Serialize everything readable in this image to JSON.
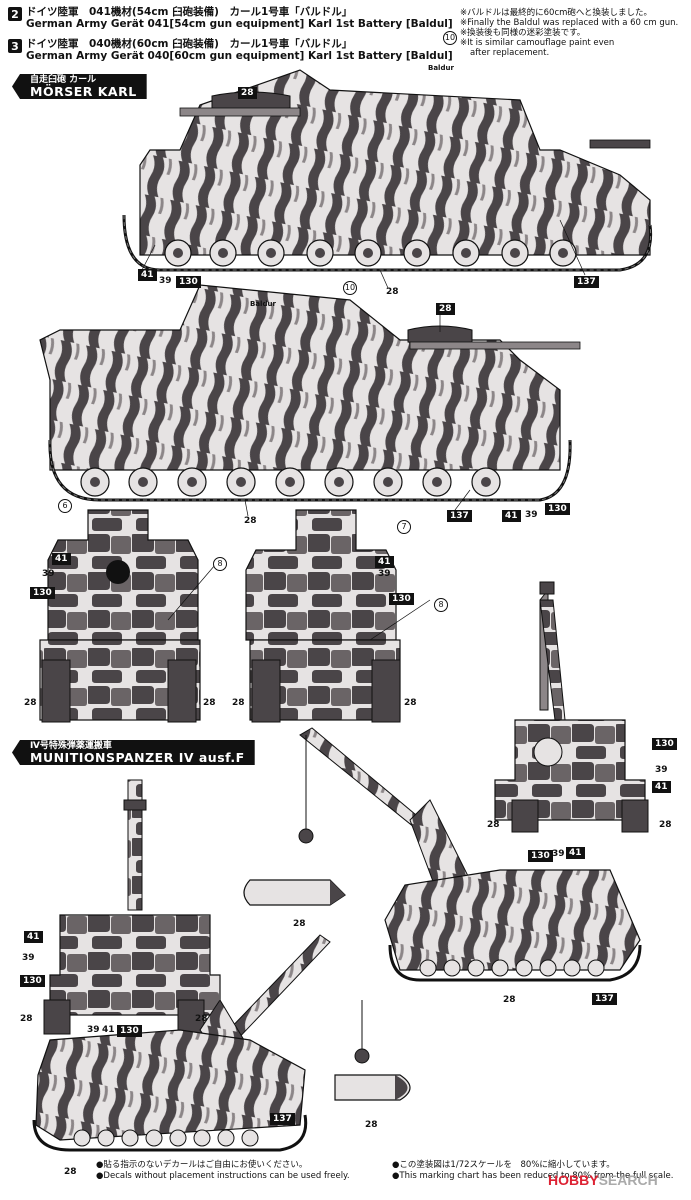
{
  "header2": {
    "num": "2",
    "jp": "ドイツ陸軍　041機材(54cm 臼砲装備)　カール1号車「バルドル」",
    "en": "German Army Gerät 041[54cm gun equipment] Karl 1st Battery [Baldul]"
  },
  "header3": {
    "num": "3",
    "jp": "ドイツ陸軍　040機材(60cm 臼砲装備)　カール1号車「バルドル」",
    "en": "German Army Gerät 040[60cm gun equipment] Karl 1st Battery [Baldul]"
  },
  "notes": {
    "line1": "※バルドルは最終的に60cm砲へと換装しました。",
    "line2": "※Finally the Baldul was replaced with a 60 cm gun.",
    "line3": "※換装後も同様の迷彩塗装です。",
    "line4": "※It is similar camouflage paint even",
    "line5": "after replacement."
  },
  "karl_label": {
    "jp": "自走臼砲 カール",
    "en": "MÖRSER KARL"
  },
  "munition_label": {
    "jp": "Ⅳ号特殊弾薬運搬車",
    "en": "MUNITIONSPANZER IV ausf.F"
  },
  "callouts": {
    "c10": "10",
    "c6": "6",
    "c7": "7",
    "c8": "8",
    "c28": "28",
    "c39": "39",
    "c41": "41",
    "c130": "130",
    "c137": "137"
  },
  "vehicle_text": "Baldur",
  "footer": {
    "left_jp": "●貼る指示のないデカールはご自由にお使いください。",
    "left_en": "●Decals without placement instructions can be used freely.",
    "right_jp": "●この塗装図は1/72スケールを　80%に縮小しています。",
    "right_en": "●This marking chart has been reduced to 80% from the full scale."
  },
  "watermark": {
    "brand": "HOBBY",
    "suffix": "SEARCH"
  },
  "colors": {
    "dark": "#4a4548",
    "light": "#e6e3e3",
    "mid": "#8c8688",
    "ink": "#111111"
  }
}
